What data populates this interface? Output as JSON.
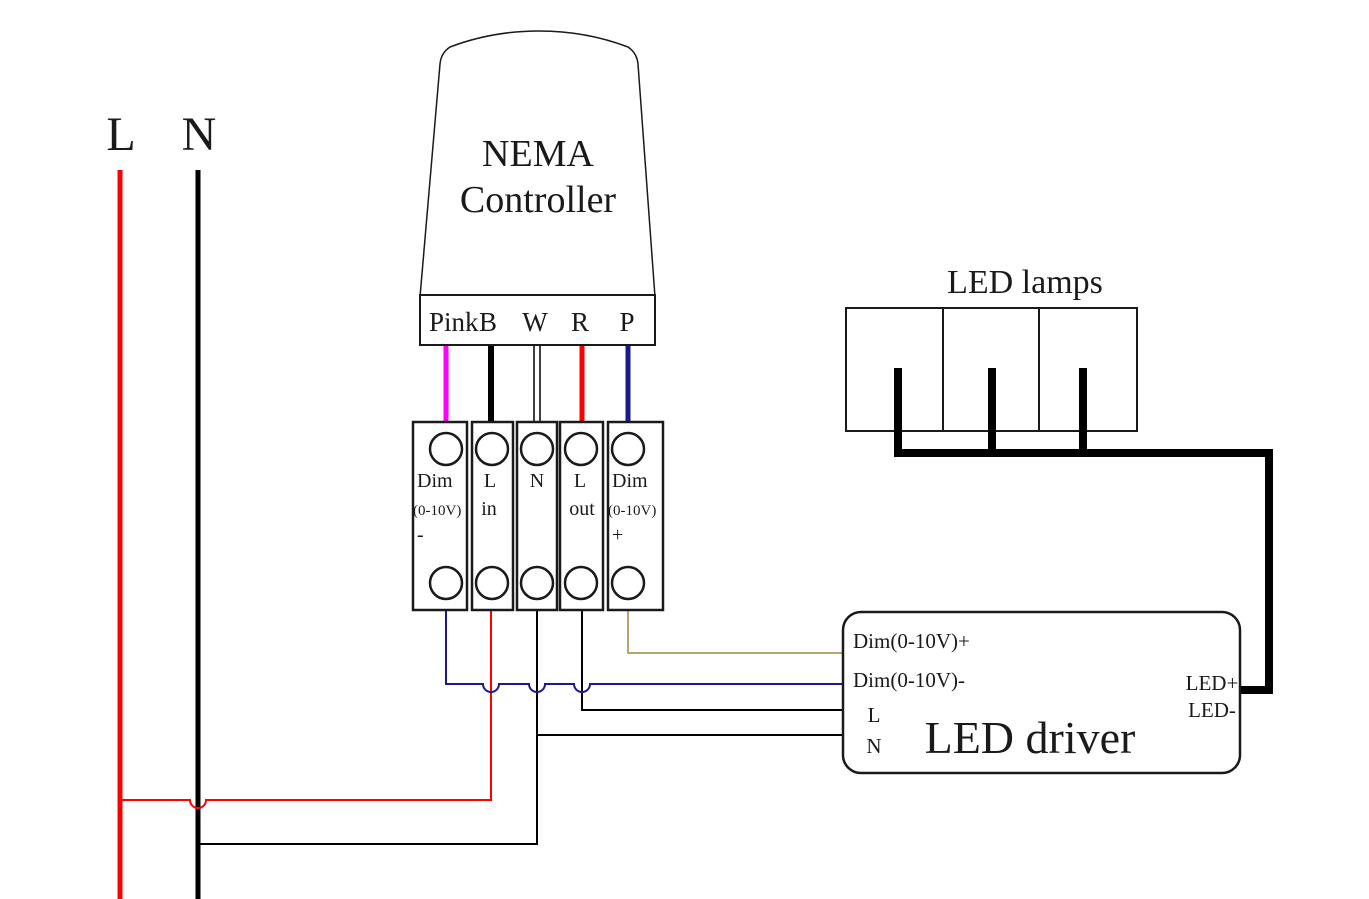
{
  "mains": {
    "live_label": "L",
    "neutral_label": "N"
  },
  "controller": {
    "name_line1": "NEMA",
    "name_line2": "Controller",
    "terminals": [
      "Pink",
      "B",
      "W",
      "R",
      "P"
    ]
  },
  "terminal_blocks": {
    "dim_minus": {
      "l1": "Dim",
      "l2": "(0-10V)",
      "l3": "-"
    },
    "l_in": {
      "l1": "L",
      "l2": "in"
    },
    "n": {
      "l1": "N"
    },
    "l_out": {
      "l1": "L",
      "l2": "out"
    },
    "dim_plus": {
      "l1": "Dim",
      "l2": "(0-10V)",
      "l3": "+"
    }
  },
  "led_lamps": {
    "title": "LED lamps"
  },
  "led_driver": {
    "title": "LED driver",
    "dim_plus_label": "Dim(0-10V)+",
    "dim_minus_label": "Dim(0-10V)-",
    "l_label": "L",
    "n_label": "N",
    "led_plus_label": "LED+",
    "led_minus_label": "LED-"
  },
  "colors": {
    "live_wire": "#ff0000",
    "neutral_wire": "#000000",
    "pink_wire": "#ff00ff",
    "black_wire": "#000000",
    "white_wire": "#ffffff",
    "red_wire": "#ff0000",
    "navy_wire": "#1a1a8f",
    "tan_wire": "#b5a66e"
  }
}
